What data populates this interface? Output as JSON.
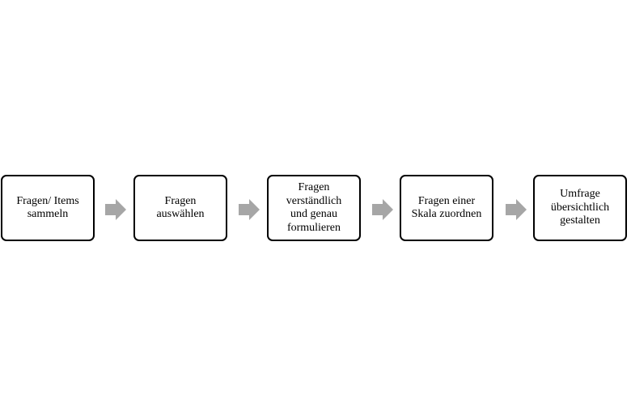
{
  "diagram": {
    "steps": [
      {
        "label": "Fragen/ Items\nsammeln"
      },
      {
        "label": "Fragen\nauswählen"
      },
      {
        "label": "Fragen\nverständlich\nund genau\nformulieren"
      },
      {
        "label": "Fragen einer\nSkala zuordnen"
      },
      {
        "label": "Umfrage\nübersichtlich\ngestalten"
      }
    ],
    "colors": {
      "box_border": "#000000",
      "box_fill": "#ffffff",
      "arrow_fill": "#a6a6a6",
      "text": "#000000"
    },
    "connector_icon": "right-arrow-icon"
  }
}
